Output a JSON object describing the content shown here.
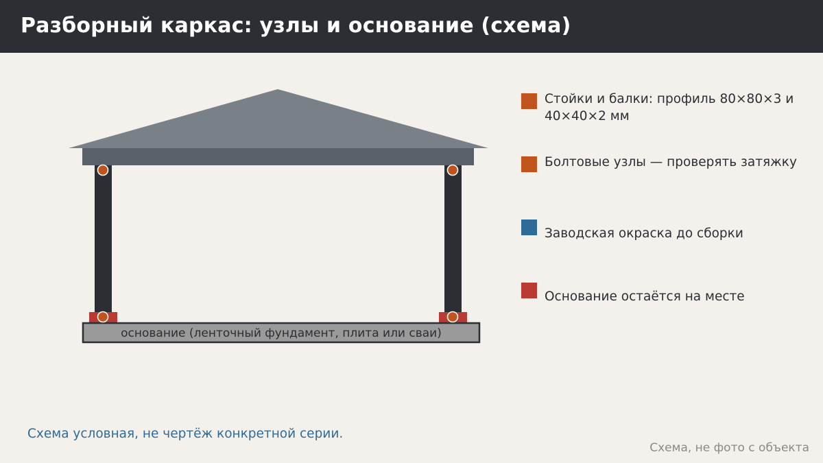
{
  "header": {
    "title": "Разборный каркас: узлы и основание (схема)"
  },
  "diagram": {
    "base_label": "основание (ленточный фундамент, плита или сваи)"
  },
  "legend": {
    "items": [
      {
        "label": "Стойки и балки: профиль 80×80×3 и 40×40×2 мм",
        "color": "#c0541c"
      },
      {
        "label": "Болтовые узлы — проверять затяжку",
        "color": "#c0541c"
      },
      {
        "label": "Заводская окраска до сборки",
        "color": "#2f6b98"
      },
      {
        "label": "Основание остаётся на месте",
        "color": "#b83a32"
      }
    ]
  },
  "footnote": "Схема условная, не чертёж конкретной серии.",
  "credit": "Схема, не фото с объекта",
  "colors": {
    "background": "#f4f1ec",
    "header_bg": "#2b2e33",
    "roof": "#7a8088",
    "beam": "#5a6068",
    "post": "#2b2e33",
    "bolt": "#c0541c",
    "base_plate": "#b83a32",
    "foundation": "#9a9a9a",
    "paint": "#2f6b98"
  }
}
